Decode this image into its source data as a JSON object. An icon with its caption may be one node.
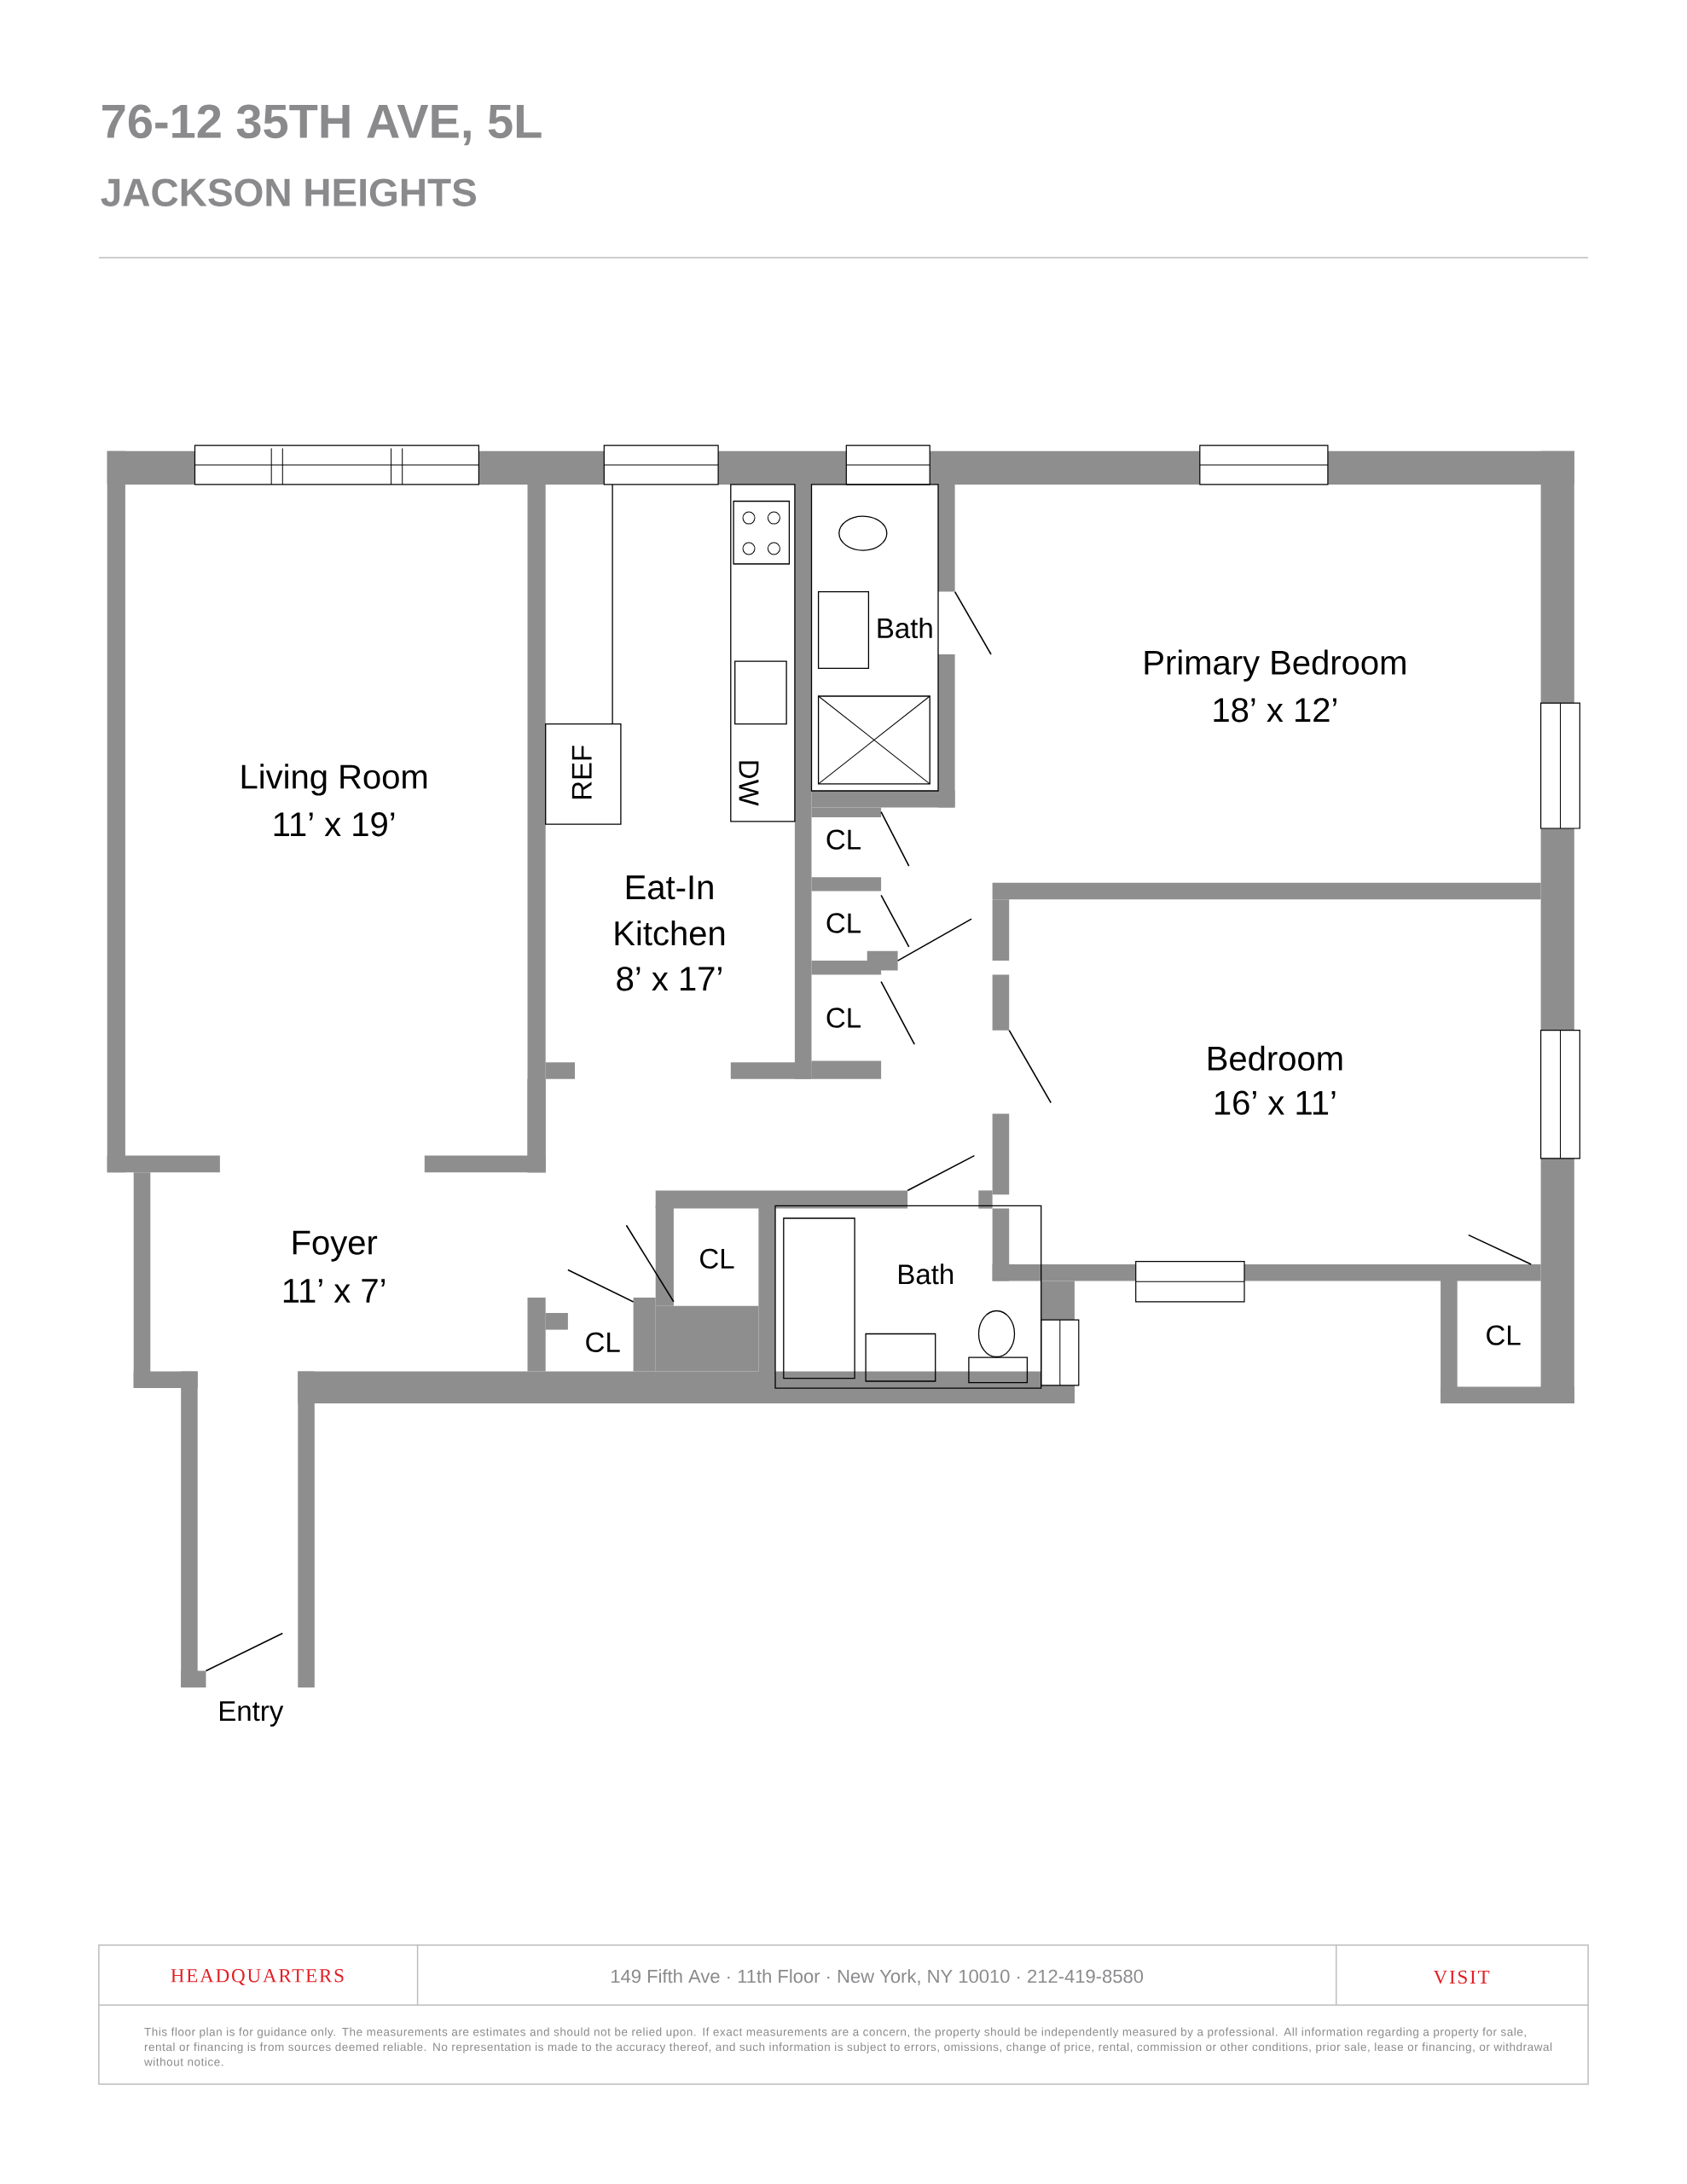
{
  "diagram": {
    "title": "76-12 35TH AVE, 5L",
    "labels": [
      "JACKSON HEIGHTS",
      "Bath",
      "Primary Bedroom",
      "18’ x 12’",
      "Living Room",
      "11’ x 19’",
      "REF",
      "DW",
      "CL",
      "Eat-In Kitchen",
      "8’ x 17’",
      "CL",
      "CL",
      "Bedroom",
      "16’ x 11’",
      "Foyer",
      "11’ x 7’",
      "CL",
      "Bath",
      "CL",
      "CL",
      "Entry",
      "HEADQUARTERS",
      "149 Fifth Ave · 11th Floor · New York, NY 10010 · 212-419-8580",
      "VISIT",
      "This floor plan is for guidance only. The measurements are estimates and should not be relied upon. If exact measurements are a concern, the property should be independently measured by a professional. All information regarding a property for sale, rental or financing is from sources deemed reliable. No representation is made to the accuracy thereof, and such information is subject to errors, omissions, change of price, rental, commission or other conditions, prior sale, lease or financing, or withdrawal without notice."
    ]
  }
}
